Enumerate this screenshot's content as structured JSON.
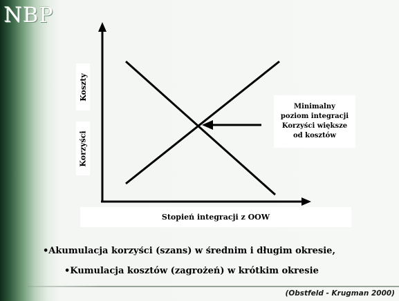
{
  "header": {
    "logo_text": "NBP"
  },
  "diagram": {
    "y_label_top": "Koszty",
    "y_label_bottom": "Korzyści",
    "x_label": "Stopień integracji z OOW",
    "annotation_lines": [
      "Minimalny",
      "poziom integracji",
      "Korzyści większe",
      "od kosztów"
    ]
  },
  "bullets": [
    "•Akumulacja korzyści (szans) w średnim i długim okresie,",
    "•Kumulacja kosztów (zagrożeń) w krótkim okresie"
  ],
  "footer": {
    "source": "(Obstfeld - Krugman 2000)"
  },
  "colors": {
    "brand_dark": "#0f2a1a",
    "line": "#000000"
  }
}
